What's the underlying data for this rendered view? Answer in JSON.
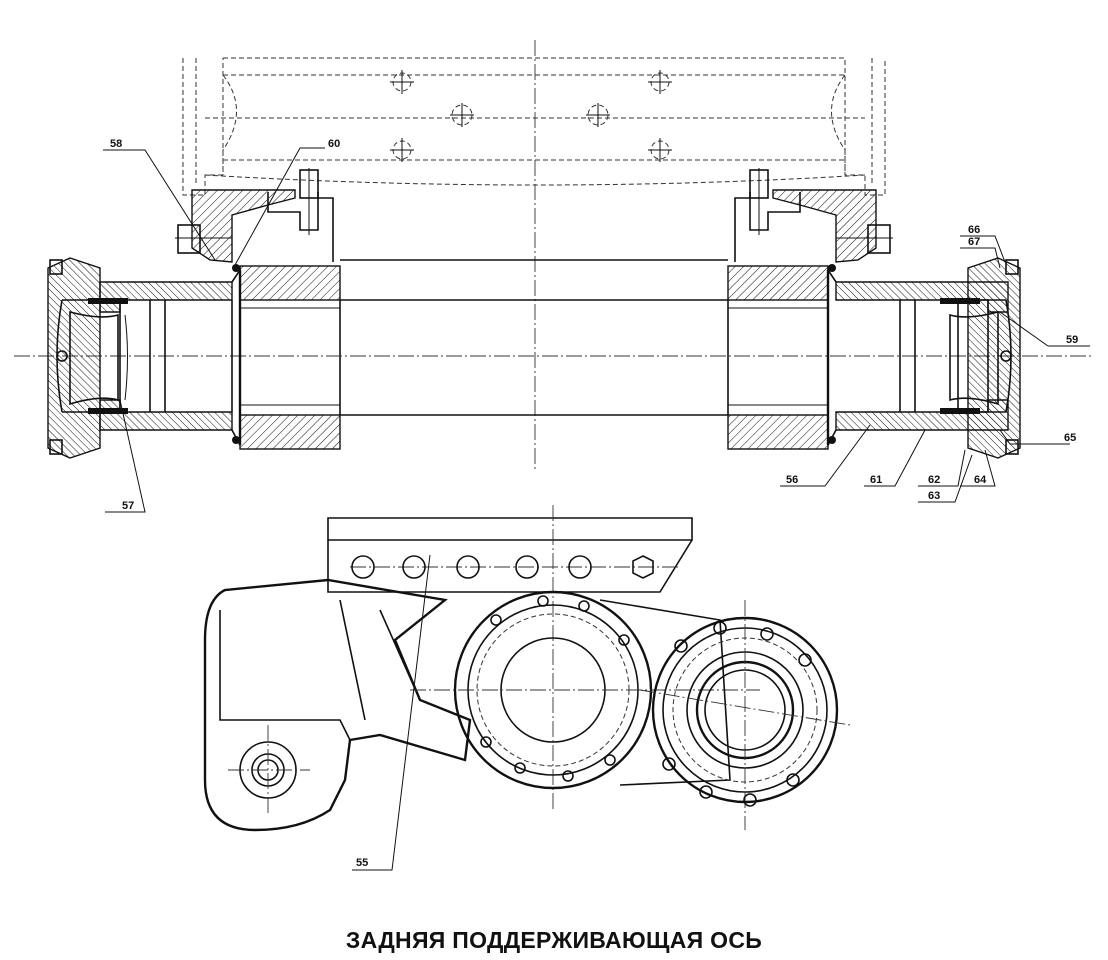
{
  "title": "ЗАДНЯЯ ПОДДЕРЖИВАЮЩАЯ ОСЬ",
  "callouts": {
    "c55": "55",
    "c56": "56",
    "c57": "57",
    "c58": "58",
    "c59": "59",
    "c60": "60",
    "c61": "61",
    "c62": "62",
    "c63": "63",
    "c64": "64",
    "c65": "65",
    "c66": "66",
    "c67": "67"
  }
}
